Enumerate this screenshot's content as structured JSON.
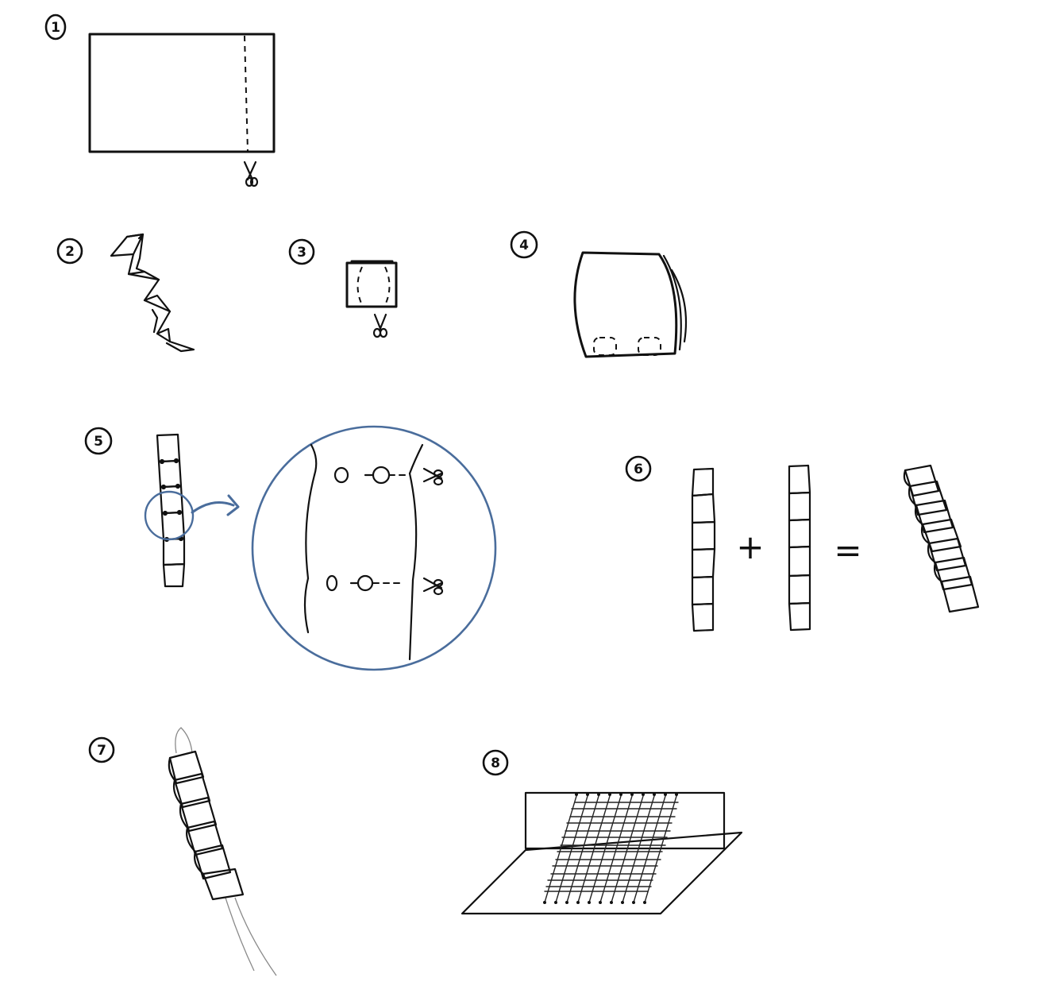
{
  "steps": [
    {
      "number": "1"
    },
    {
      "number": "2"
    },
    {
      "number": "3"
    },
    {
      "number": "4"
    },
    {
      "number": "5"
    },
    {
      "number": "6"
    },
    {
      "number": "7"
    },
    {
      "number": "8"
    }
  ],
  "equation": {
    "plus": "+",
    "equals": "="
  },
  "icons": [
    "scissors-icon",
    "arrow-icon",
    "magnify-circle"
  ],
  "colors": {
    "ink": "#111111",
    "accent": "#4a6d9c",
    "thread": "#8a8a8a"
  }
}
